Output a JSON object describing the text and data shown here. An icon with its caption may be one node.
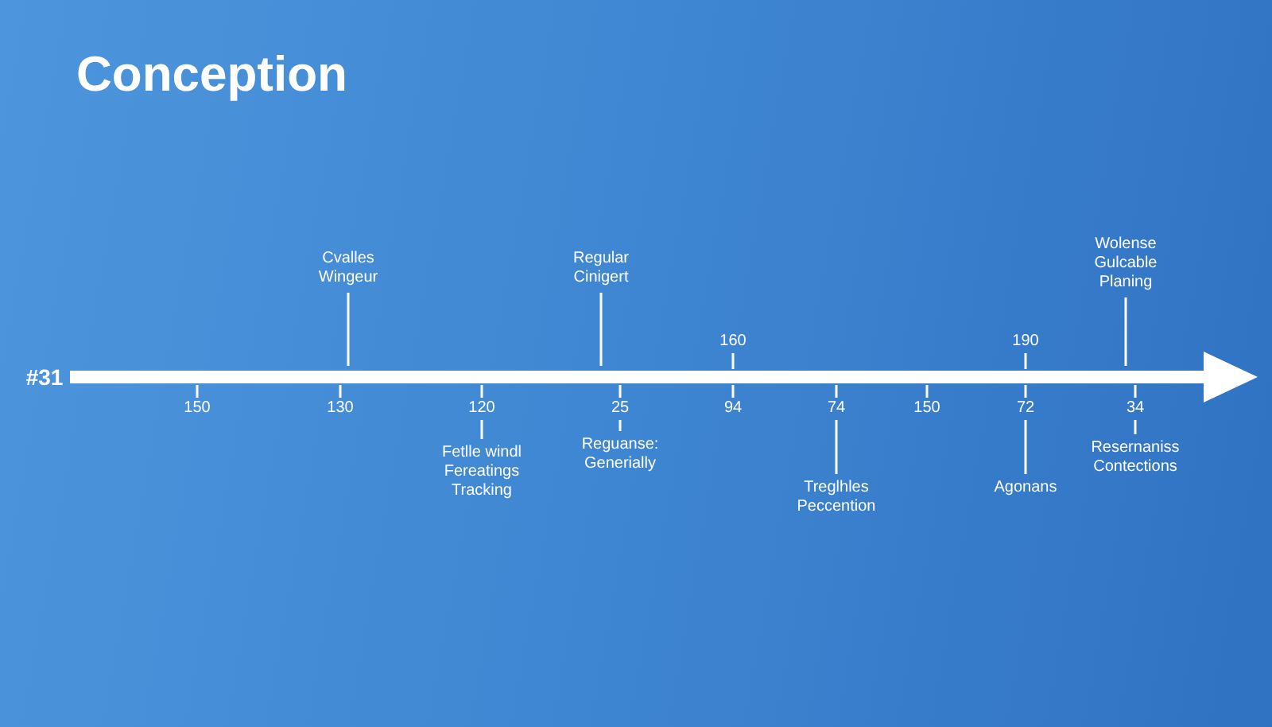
{
  "diagram": {
    "title": "Conception",
    "nodes": [
      {
        "text": [
          "Cvalles Wingeur"
        ]
      },
      {
        "text": [
          "Regular Cinigert"
        ]
      },
      {
        "text": [
          "Wolense Gulcable Planing"
        ]
      },
      {
        "text": [
          "Fetlle windl Fereatings Tracking"
        ]
      },
      {
        "text": [
          "Reguanse: Generially"
        ]
      },
      {
        "text": [
          "Treglhles Peccention"
        ]
      },
      {
        "text": [
          "Agonans"
        ]
      },
      {
        "text": [
          "Resernaniss Contections"
        ]
      },
      {
        "text": [
          "120"
        ]
      },
      {
        "text": [
          "25"
        ]
      },
      {
        "text": [
          "74"
        ]
      },
      {
        "text": [
          "72"
        ]
      },
      {
        "text": [
          "34"
        ]
      }
    ],
    "edges": [
      {
        "from": 0,
        "to": null,
        "arrow": "none"
      },
      {
        "from": 1,
        "to": null,
        "arrow": "none"
      },
      {
        "from": 2,
        "to": null,
        "arrow": "none"
      },
      {
        "from": 3,
        "to": 8,
        "arrow": "none"
      },
      {
        "from": 4,
        "to": 9,
        "arrow": "none"
      },
      {
        "from": 5,
        "to": 10,
        "arrow": "none"
      },
      {
        "from": 6,
        "to": 11,
        "arrow": "none"
      },
      {
        "from": 7,
        "to": 12,
        "arrow": "none"
      }
    ],
    "labels": [
      "160",
      "190",
      "#31",
      "150",
      "130",
      "94",
      "150"
    ]
  }
}
